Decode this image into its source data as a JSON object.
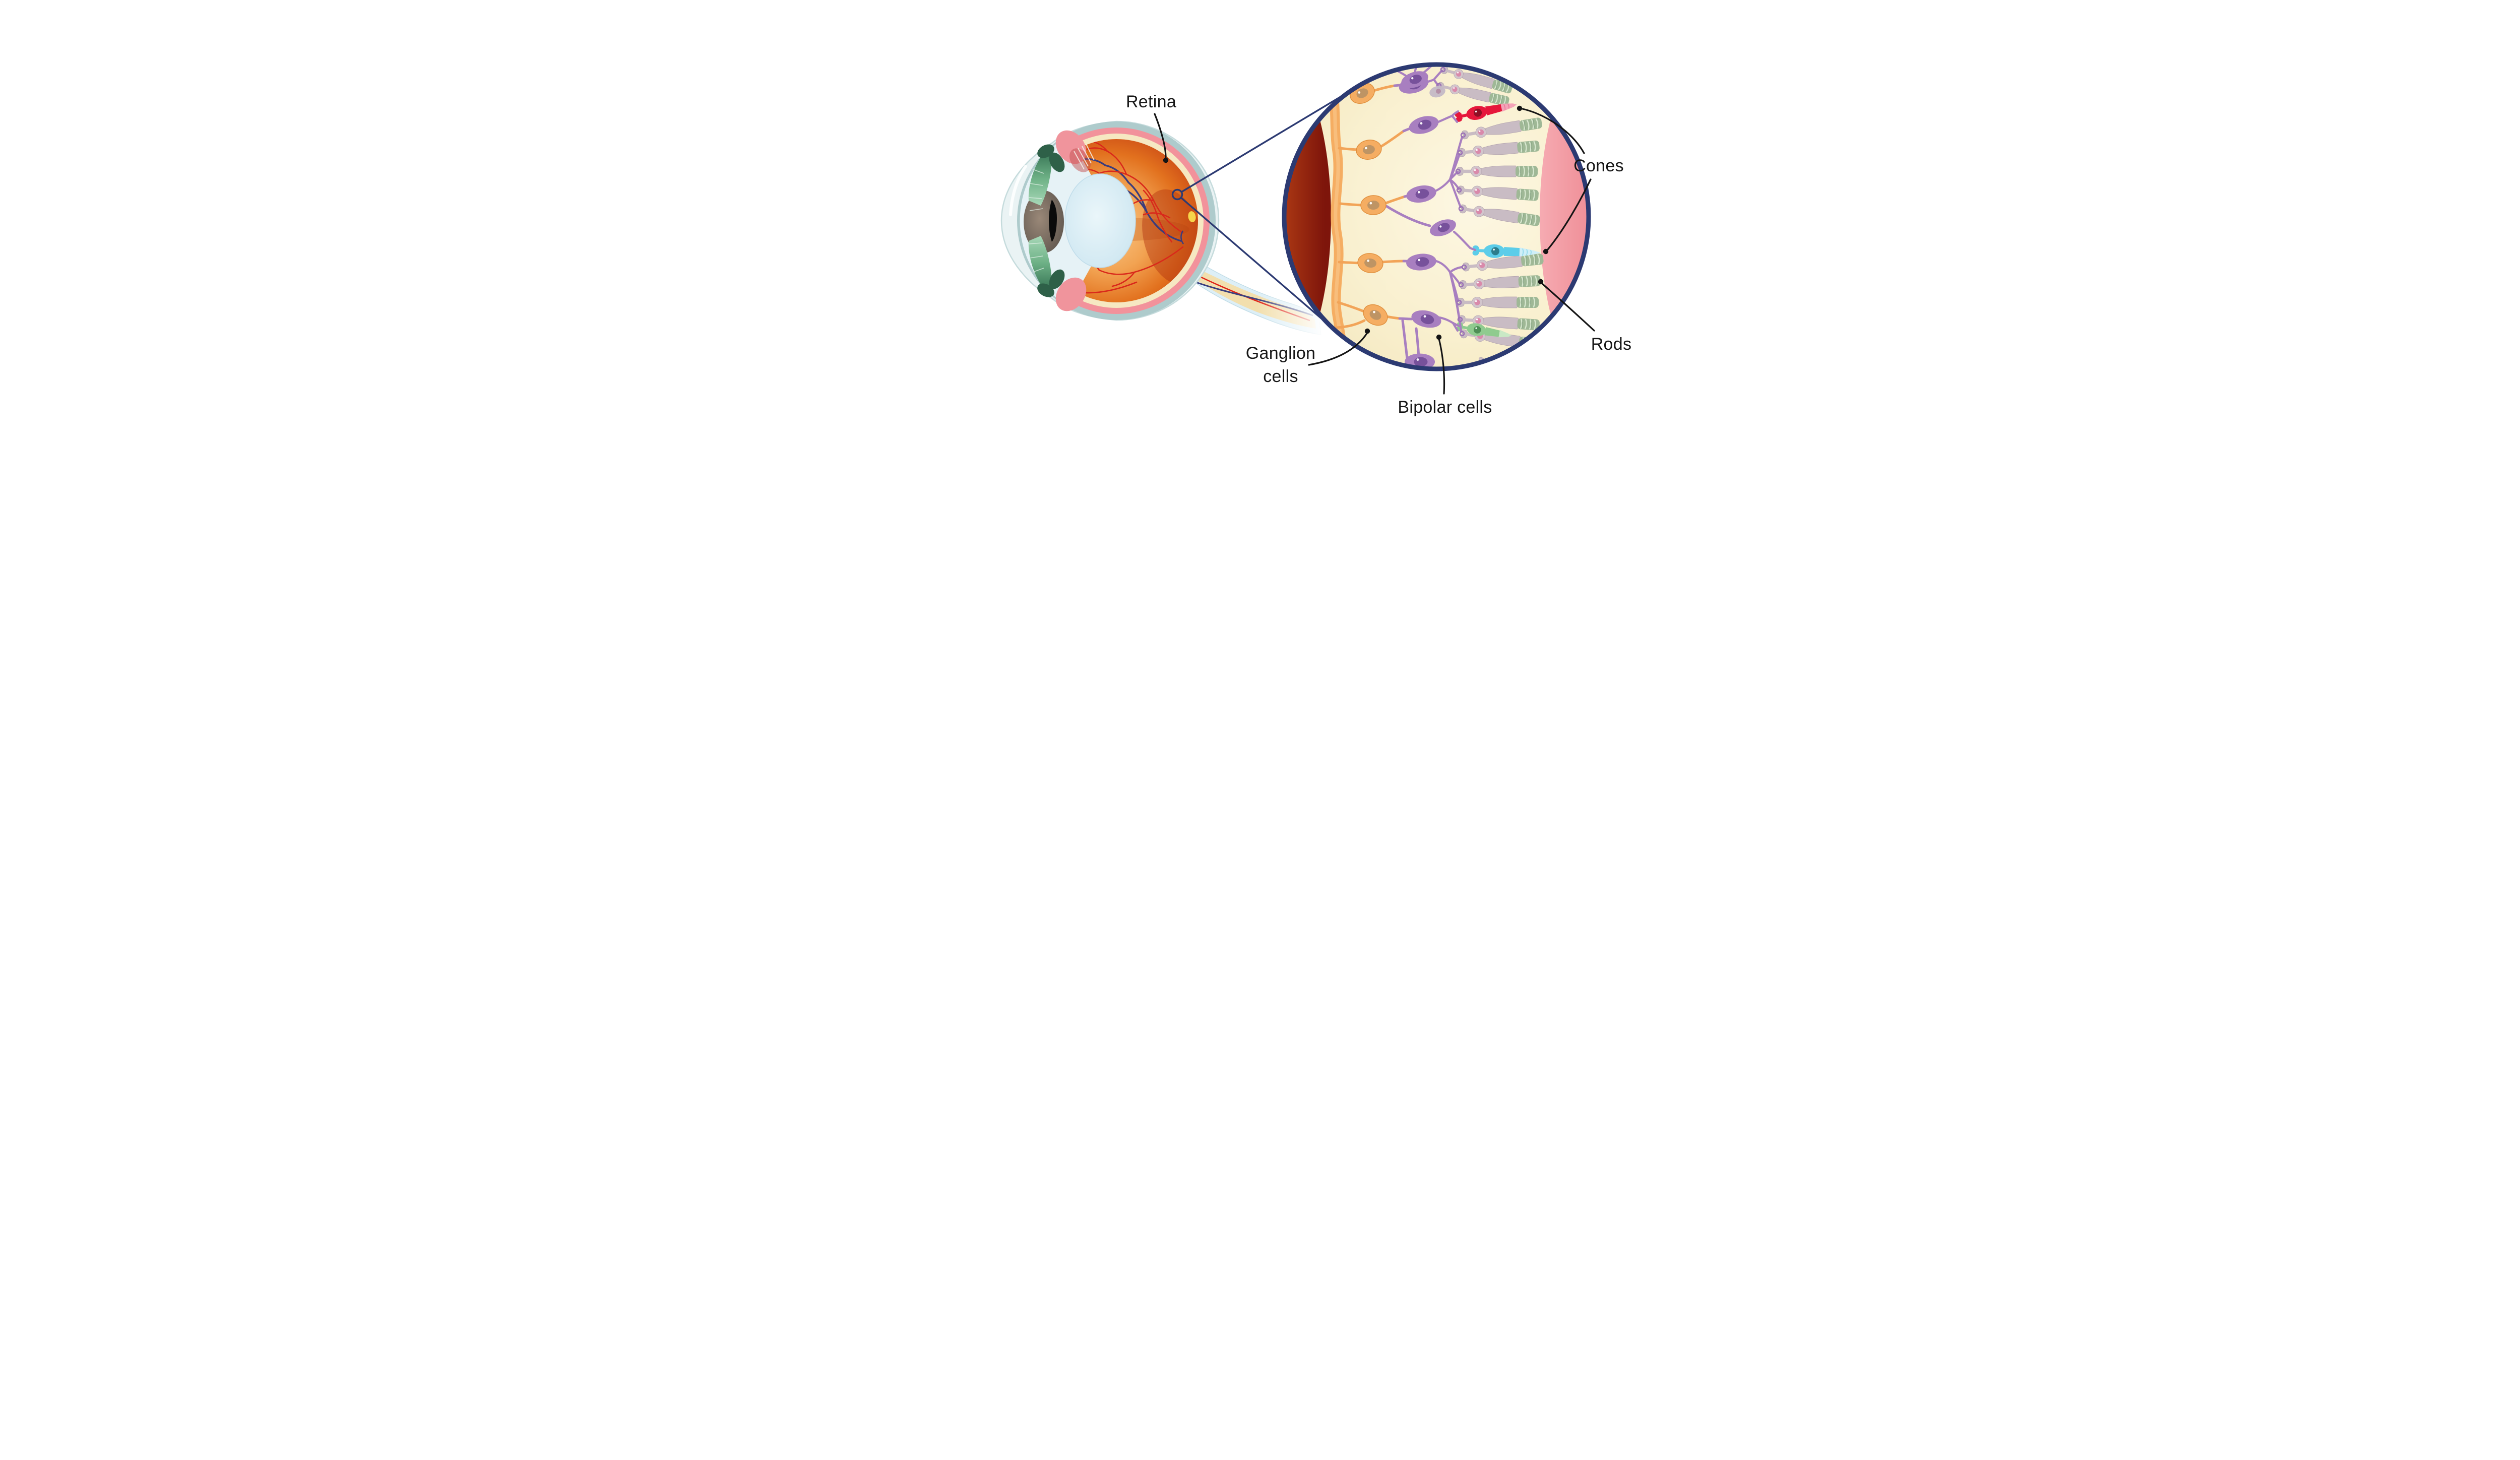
{
  "diagram": {
    "description": "Cross-section of a human eye with a magnified circular inset of retinal layers showing photoreceptor and neuron cell types",
    "labels": {
      "retina": "Retina",
      "cones": "Cones",
      "rods": "Rods",
      "ganglion_cells": [
        "Ganglion",
        "cells"
      ],
      "bipolar_cells": "Bipolar cells"
    },
    "colors": {
      "outline_navy": "#2C3A72",
      "leader_black": "#141414",
      "ganglion_cell_orange": "#F5AD62",
      "bipolar_cell_purple": "#A87FC0",
      "cone_red": "#E6173B",
      "cone_cyan": "#5CCDE9",
      "cone_green": "#8FCB8F",
      "rod_body_grey": "#C9BCC4",
      "rod_outer_segment_green": "#9FB896",
      "inset_background_cream": "#F8EECB",
      "pigment_band_pink": "#EF929C",
      "fundus_orange": "#E2711E",
      "sclera_pale_blue": "#EAF3F4",
      "iris_green": "#5FA97B",
      "lens_blue": "#D3E9F2",
      "fovea_yellow": "#F6D54A"
    }
  }
}
